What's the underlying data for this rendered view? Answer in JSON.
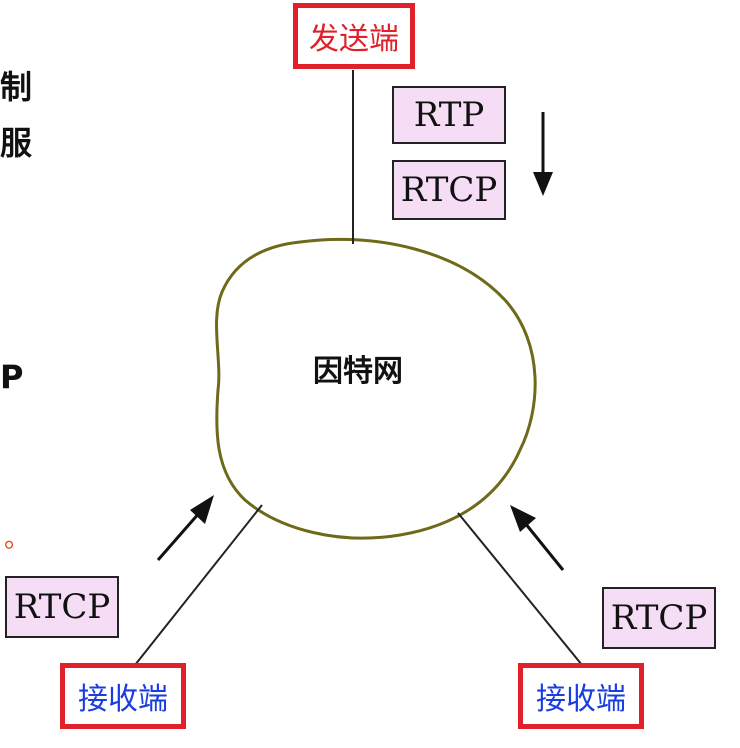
{
  "side_fragments": [
    "制",
    "服",
    "P",
    "。"
  ],
  "sender": "发送端",
  "cloud": "因特网",
  "receivers": [
    "接收端",
    "接收端"
  ],
  "packets": {
    "top": [
      "RTP",
      "RTCP"
    ],
    "left": "RTCP",
    "right": "RTCP"
  }
}
